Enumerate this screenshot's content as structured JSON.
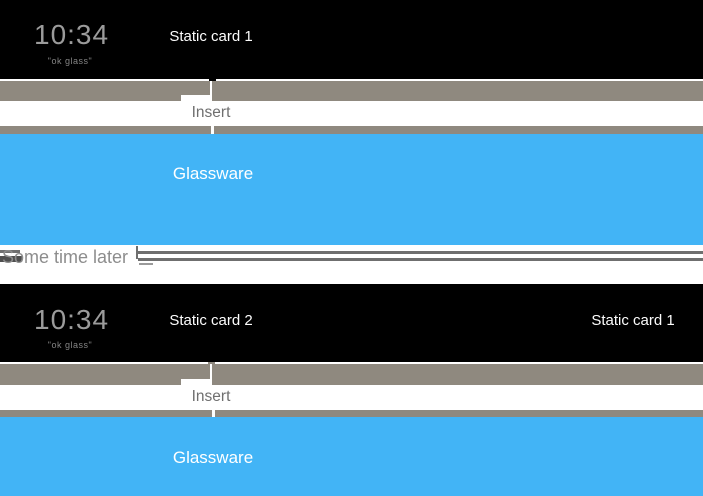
{
  "colors": {
    "strip_black": "#000000",
    "bar_gray": "#8f897f",
    "card_blue": "#42b4f6",
    "clock_gray": "#9b9b9b",
    "hint_gray": "#848484",
    "card_label_white": "#fcfcfc",
    "insert_text": "#6f6f6f",
    "divider_text": "#8d8d8d",
    "divider_line": "#6f6f6f"
  },
  "sections": [
    {
      "home_card": {
        "time": "10:34",
        "hint": "\"ok glass\""
      },
      "cards": [
        {
          "label": "Static card 1"
        }
      ],
      "insert_label": "Insert",
      "glassware_label": "Glassware"
    },
    {
      "home_card": {
        "time": "10:34",
        "hint": "\"ok glass\""
      },
      "cards": [
        {
          "label": "Static card 2"
        },
        {
          "label": "Static card 1"
        }
      ],
      "insert_label": "Insert",
      "glassware_label": "Glassware"
    }
  ],
  "divider": {
    "label": "Some time later"
  }
}
